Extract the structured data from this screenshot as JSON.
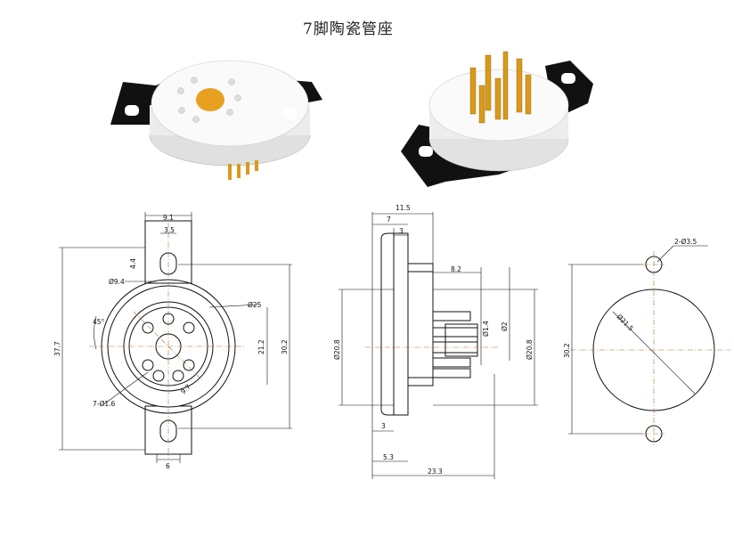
{
  "title": "7脚陶瓷管座",
  "colors": {
    "ceramic": "#f4f4f4",
    "bracket": "#111111",
    "pin_gold": "#d99a1a",
    "center_line": "#b07030",
    "line": "#111111"
  },
  "front_view": {
    "dims": {
      "tab_width": "9.1",
      "slot_width": "3.5",
      "slot_height": "4.4",
      "tab_hole": "Ø9.4",
      "outer_dia": "Ø25",
      "angle": "45°",
      "body_height": "21.2",
      "hole_pitch": "30.2",
      "overall_height": "37.7",
      "pin_holes": "7-Ø1.6",
      "pin_circle": "9.7",
      "bottom_slot": "6"
    }
  },
  "side_view": {
    "dims": {
      "top_width": "11.5",
      "flange_width": "7",
      "flange_step": "3",
      "pin_offset": "8.2",
      "pin_dia": "Ø1.4",
      "pin_dia2": "Ø2",
      "body_dia_left": "Ø20.8",
      "body_dia_right": "Ø20.8",
      "base_step": "3",
      "base_width": "5.3",
      "overall_length": "23.3"
    }
  },
  "cutout_view": {
    "dims": {
      "mount_holes": "2-Ø3.5",
      "cutout_dia": "Ø21.5",
      "hole_pitch": "30.2"
    }
  }
}
